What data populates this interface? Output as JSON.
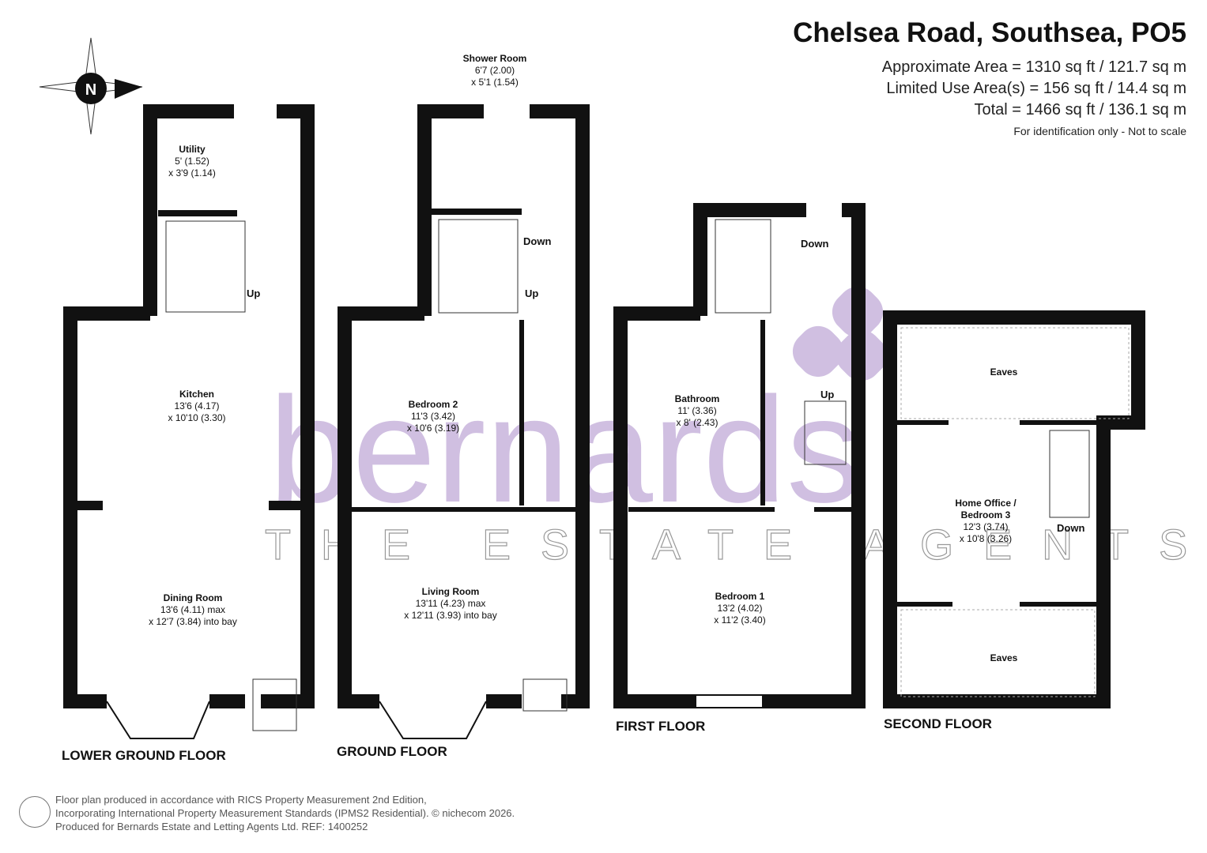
{
  "header": {
    "title": "Chelsea Road, Southsea, PO5",
    "approximate_area": "Approximate Area = 1310 sq ft / 121.7 sq m",
    "limited_use_area": "Limited Use Area(s) = 156 sq ft / 14.4 sq m",
    "total": "Total = 1466 sq ft / 136.1 sq m",
    "note": "For identification only - Not to scale"
  },
  "compass": {
    "label": "N"
  },
  "watermark": {
    "brand": "bernards",
    "tagline": "THE ESTATE AGENTS",
    "color": "#c8b5dc"
  },
  "floors": {
    "lower_ground": "LOWER GROUND FLOOR",
    "ground": "GROUND FLOOR",
    "first": "FIRST FLOOR",
    "second": "SECOND FLOOR"
  },
  "rooms": {
    "utility": {
      "name": "Utility",
      "dim1": "5' (1.52)",
      "dim2": "x 3'9 (1.14)"
    },
    "kitchen": {
      "name": "Kitchen",
      "dim1": "13'6 (4.17)",
      "dim2": "x 10'10 (3.30)"
    },
    "dining": {
      "name": "Dining Room",
      "dim1": "13'6 (4.11) max",
      "dim2": "x 12'7 (3.84) into bay"
    },
    "shower": {
      "name": "Shower Room",
      "dim1": "6'7 (2.00)",
      "dim2": "x 5'1 (1.54)"
    },
    "bedroom2": {
      "name": "Bedroom 2",
      "dim1": "11'3 (3.42)",
      "dim2": "x 10'6 (3.19)"
    },
    "living": {
      "name": "Living Room",
      "dim1": "13'11 (4.23) max",
      "dim2": "x 12'11 (3.93) into bay"
    },
    "bathroom": {
      "name": "Bathroom",
      "dim1": "11' (3.36)",
      "dim2": "x 8' (2.43)"
    },
    "bedroom1": {
      "name": "Bedroom 1",
      "dim1": "13'2 (4.02)",
      "dim2": "x 11'2 (3.40)"
    },
    "office": {
      "name": "Home Office /",
      "name2": "Bedroom 3",
      "dim1": "12'3 (3.74)",
      "dim2": "x 10'8 (3.26)"
    },
    "eaves_top": {
      "name": "Eaves"
    },
    "eaves_bottom": {
      "name": "Eaves"
    }
  },
  "stair_labels": {
    "up": "Up",
    "down": "Down"
  },
  "footer": {
    "line1": "Floor plan produced in accordance with RICS Property Measurement 2nd Edition,",
    "line2": "Incorporating International Property Measurement Standards (IPMS2 Residential).   © nichecom 2026.",
    "line3": "Produced for Bernards Estate and Letting Agents Ltd.   REF:  1400252"
  }
}
